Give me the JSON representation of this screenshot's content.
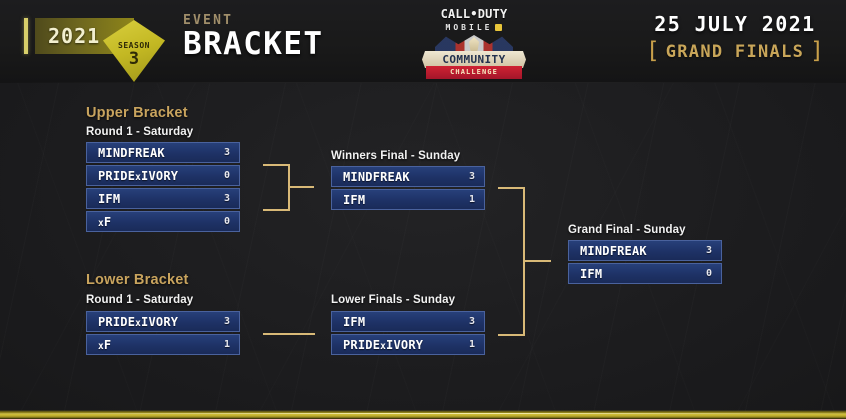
{
  "header": {
    "year": "2021",
    "season_word": "SEASON",
    "season_number": "3",
    "event_kicker": "EVENT",
    "title": "BRACKET",
    "logo": {
      "brand": "CALL•DUTY",
      "platform": "MOBILE",
      "crest_band": "COMMUNITY",
      "crest_ribbon": "CHALLENGE"
    },
    "date": "25 JULY 2021",
    "bracket_open": "[",
    "bracket_close": "]",
    "phase": "GRAND FINALS"
  },
  "sections": {
    "upper": {
      "title": "Upper Bracket",
      "round": "Round 1 - Saturday"
    },
    "lower": {
      "title": "Lower Bracket",
      "round": "Round 1 - Saturday"
    },
    "winners_final": {
      "round": "Winners Final - Sunday"
    },
    "lower_finals": {
      "round": "Lower Finals - Sunday"
    },
    "grand_final": {
      "round": "Grand Final - Sunday"
    }
  },
  "matches": {
    "ub_r1_m1": {
      "rows": [
        {
          "team": "MINDFREAK",
          "score": "3"
        },
        {
          "team": "PRIDExIVORY",
          "score": "0"
        }
      ]
    },
    "ub_r1_m2": {
      "rows": [
        {
          "team": "IFM",
          "score": "3"
        },
        {
          "team": "xF",
          "score": "0"
        }
      ]
    },
    "winners_final": {
      "rows": [
        {
          "team": "MINDFREAK",
          "score": "3"
        },
        {
          "team": "IFM",
          "score": "1"
        }
      ]
    },
    "lb_r1_m1": {
      "rows": [
        {
          "team": "PRIDExIVORY",
          "score": "3"
        },
        {
          "team": "xF",
          "score": "1"
        }
      ]
    },
    "lower_finals": {
      "rows": [
        {
          "team": "IFM",
          "score": "3"
        },
        {
          "team": "PRIDExIVORY",
          "score": "1"
        }
      ]
    },
    "grand_final": {
      "rows": [
        {
          "team": "MINDFREAK",
          "score": "3"
        },
        {
          "team": "IFM",
          "score": "0"
        }
      ]
    }
  },
  "colors": {
    "accent_gold": "#c9a45e",
    "connector": "#d8b977",
    "row_fill": "#1e3266",
    "row_border": "#4a629d",
    "background": "#1b1b1d"
  }
}
